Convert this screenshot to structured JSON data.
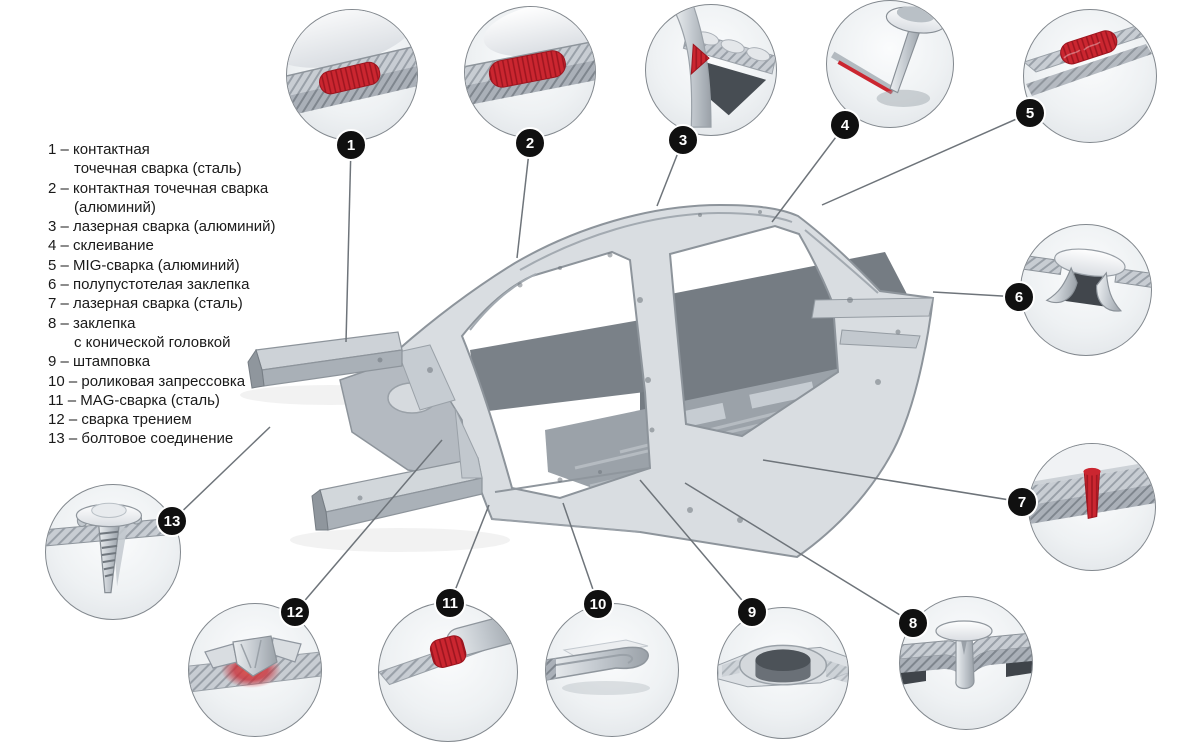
{
  "legend": {
    "sep": " – ",
    "items": [
      {
        "num": "1",
        "line1": "контактная",
        "line2": "точечная сварка (сталь)"
      },
      {
        "num": "2",
        "line1": "контактная точечная сварка",
        "line2": "(алюминий)"
      },
      {
        "num": "3",
        "line1": "лазерная сварка (алюминий)"
      },
      {
        "num": "4",
        "line1": "склеивание"
      },
      {
        "num": "5",
        "line1": "MIG-сварка (алюминий)"
      },
      {
        "num": "6",
        "line1": "полупустотелая заклепка"
      },
      {
        "num": "7",
        "line1": "лазерная сварка (сталь)"
      },
      {
        "num": "8",
        "line1": "заклепка",
        "line2": "с конической головкой"
      },
      {
        "num": "9",
        "line1": "штамповка"
      },
      {
        "num": "10",
        "line1": "роликовая запрессовка"
      },
      {
        "num": "11",
        "line1": "MAG-сварка (сталь)"
      },
      {
        "num": "12",
        "line1": "сварка трением"
      },
      {
        "num": "13",
        "line1": "болтовое соединение"
      }
    ]
  },
  "callouts": [
    {
      "number": "1",
      "icon": "spot-weld-steel-closeup"
    },
    {
      "number": "2",
      "icon": "spot-weld-aluminium-closeup"
    },
    {
      "number": "3",
      "icon": "laser-weld-aluminium-closeup"
    },
    {
      "number": "4",
      "icon": "adhesive-bonding-closeup"
    },
    {
      "number": "5",
      "icon": "mig-weld-closeup"
    },
    {
      "number": "6",
      "icon": "semi-hollow-rivet-closeup"
    },
    {
      "number": "7",
      "icon": "laser-weld-steel-closeup"
    },
    {
      "number": "8",
      "icon": "conical-head-rivet-closeup"
    },
    {
      "number": "9",
      "icon": "stamping-closeup"
    },
    {
      "number": "10",
      "icon": "roller-hemming-closeup"
    },
    {
      "number": "11",
      "icon": "mag-weld-closeup"
    },
    {
      "number": "12",
      "icon": "friction-weld-closeup"
    },
    {
      "number": "13",
      "icon": "bolt-joint-closeup"
    }
  ],
  "colors": {
    "weld_red": "#cb2630",
    "weld_red_line": "#9c151f",
    "badge_black": "#101010",
    "leader_line": "#6e747a",
    "metal_light": "#d9dde1",
    "metal_mid": "#aab1b8",
    "metal_dark": "#6f767d"
  }
}
